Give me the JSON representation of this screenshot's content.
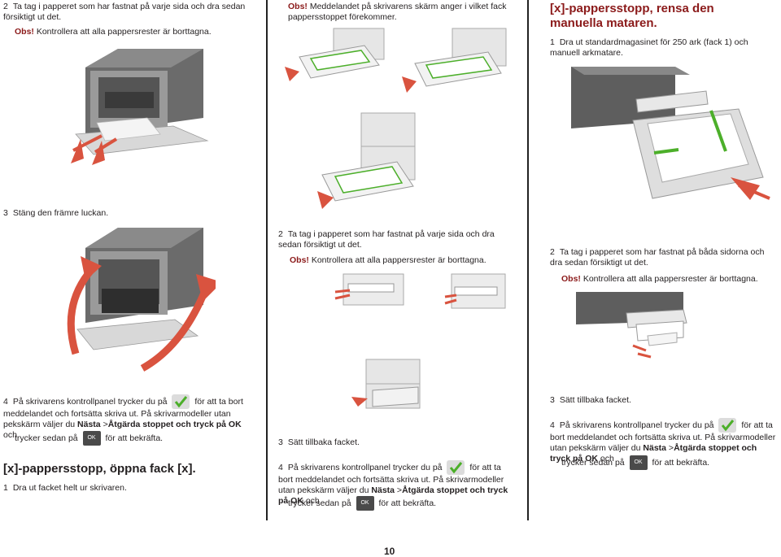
{
  "col1": {
    "step2_text": "Ta tag i papperet som har fastnat på varje sida och dra sedan försiktigt ut det.",
    "step2_num": "2",
    "obs_label": "Obs!",
    "obs_text": "Kontrollera att alla pappersrester är borttagna.",
    "step3_num": "3",
    "step3_text": "Stäng den främre luckan.",
    "step4_num": "4",
    "step4_a": "På skrivarens kontrollpanel trycker du på",
    "step4_b": "för att ta bort meddelandet och fortsätta skriva ut. På skrivarmodeller utan pekskärm väljer du",
    "step4_bold1": "Nästa",
    "step4_sep": " >",
    "step4_bold2": "Åtgärda stoppet och tryck på OK",
    "step4_c": "och",
    "step4_d": "trycker sedan på",
    "step4_e": "för att bekräfta.",
    "heading2": "[x]-pappersstopp, öppna fack [x].",
    "step1_num": "1",
    "step1_text": "Dra ut facket helt ur skrivaren."
  },
  "col2": {
    "obs_label": "Obs!",
    "obs_text": "Meddelandet på skrivarens skärm anger i vilket fack pappersstoppet förekommer.",
    "step2_num": "2",
    "step2_text": "Ta tag i papperet som har fastnat på varje sida och dra sedan försiktigt ut det.",
    "obs2_label": "Obs!",
    "obs2_text": "Kontrollera att alla pappersrester är borttagna.",
    "step3_num": "3",
    "step3_text": "Sätt tillbaka facket.",
    "step4_num": "4",
    "step4_a": "På skrivarens kontrollpanel trycker du på",
    "step4_b": "för att ta bort meddelandet och fortsätta skriva ut. På skrivarmodeller utan pekskärm väljer du",
    "step4_bold1": "Nästa",
    "step4_sep": " >",
    "step4_bold2": "Åtgärda stoppet och tryck på OK",
    "step4_c": "och",
    "step4_d": "trycker sedan på",
    "step4_e": "för att bekräfta."
  },
  "col3": {
    "heading": "[x]-pappersstopp, rensa den manuella mataren.",
    "step1_num": "1",
    "step1_text": "Dra ut standardmagasinet för 250 ark (fack 1) och manuell arkmatare.",
    "step2_num": "2",
    "step2_text": "Ta tag i papperet som har fastnat på båda sidorna och dra sedan försiktigt ut det.",
    "obs_label": "Obs!",
    "obs_text": "Kontrollera att alla pappersrester är borttagna.",
    "step3_num": "3",
    "step3_text": "Sätt tillbaka facket.",
    "step4_num": "4",
    "step4_a": "På skrivarens kontrollpanel trycker du på",
    "step4_b": "för att ta bort meddelandet och fortsätta skriva ut. På skrivarmodeller utan pekskärm väljer du",
    "step4_bold1": "Nästa",
    "step4_sep": " >",
    "step4_bold2": "Åtgärda stoppet och tryck på OK",
    "step4_c": "och",
    "step4_d": "trycker sedan på",
    "step4_e": "för att bekräfta."
  },
  "ok_label": "OK",
  "page_number": "10",
  "colors": {
    "accent_red": "#8b1a1a",
    "check_green": "#4caf2a",
    "rule": "#222222"
  }
}
